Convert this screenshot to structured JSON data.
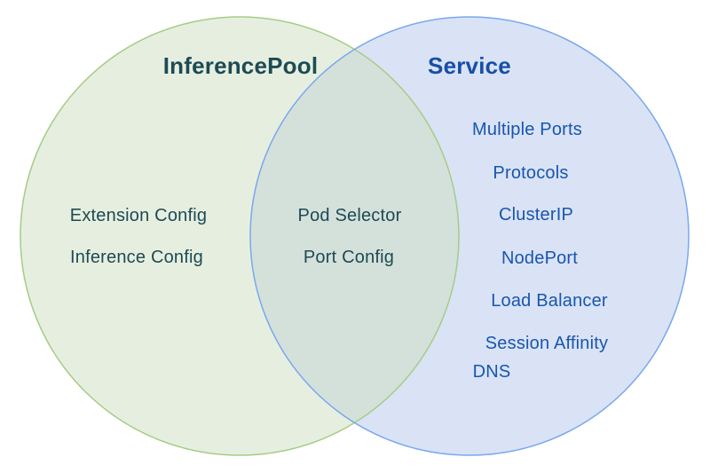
{
  "venn": {
    "left": {
      "title": "InferencePool",
      "items": [
        "Extension Config",
        "Inference Config"
      ],
      "fill_color": "#e6efdf",
      "stroke_color": "#a6cb87",
      "title_color": "#1d4a55",
      "item_color": "#1d4a55"
    },
    "overlap": {
      "items": [
        "Pod Selector",
        "Port Config"
      ],
      "fill_color": "#d4e1da",
      "item_color": "#1d4a55"
    },
    "right": {
      "title": "Service",
      "items": [
        "Multiple Ports",
        "Protocols",
        "ClusterIP",
        "NodePort",
        "Load Balancer",
        "Session Affinity",
        "DNS"
      ],
      "fill_color": "#d9e3f5",
      "stroke_color": "#7aa7ef",
      "title_color": "#174ea6",
      "item_color": "#1a55ae"
    }
  }
}
